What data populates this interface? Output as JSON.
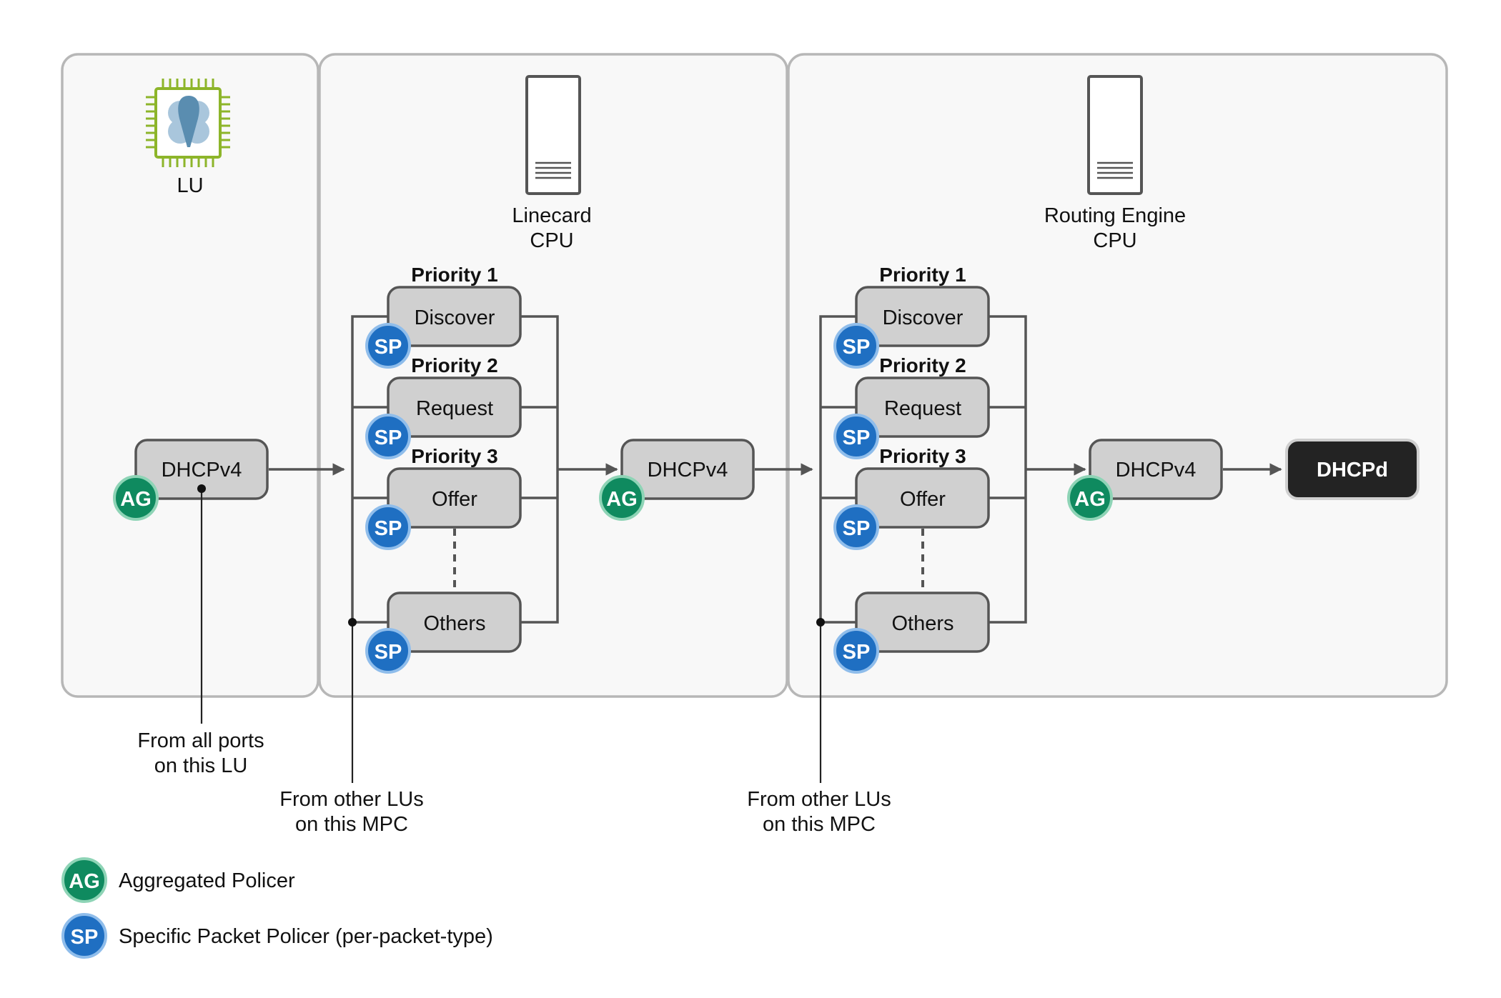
{
  "panels": {
    "lu": {
      "label": "LU"
    },
    "linecard": {
      "label_line1": "Linecard",
      "label_line2": "CPU"
    },
    "routing_engine": {
      "label_line1": "Routing Engine",
      "label_line2": "CPU"
    }
  },
  "boxes": {
    "dhcpv4": "DHCPv4",
    "dhcpd": "DHCPd"
  },
  "queues": [
    {
      "priority": "Priority 1",
      "label": "Discover"
    },
    {
      "priority": "Priority 2",
      "label": "Request"
    },
    {
      "priority": "Priority 3",
      "label": "Offer"
    },
    {
      "priority": "",
      "label": "Others"
    }
  ],
  "badges": {
    "ag": "AG",
    "sp": "SP"
  },
  "annotations": {
    "lu_ports_line1": "From all ports",
    "lu_ports_line2": "on this LU",
    "other_lus_line1": "From other LUs",
    "other_lus_line2": "on this MPC"
  },
  "legend": {
    "ag_label": "Aggregated Policer",
    "sp_label": "Specific Packet Policer (per-packet-type)"
  },
  "colors": {
    "ag_badge": "#0f8a5f",
    "sp_badge": "#1f6fc2",
    "chip_green": "#8db52a",
    "chip_blue": "#5a8db0",
    "dhcpd_box": "#232323"
  }
}
